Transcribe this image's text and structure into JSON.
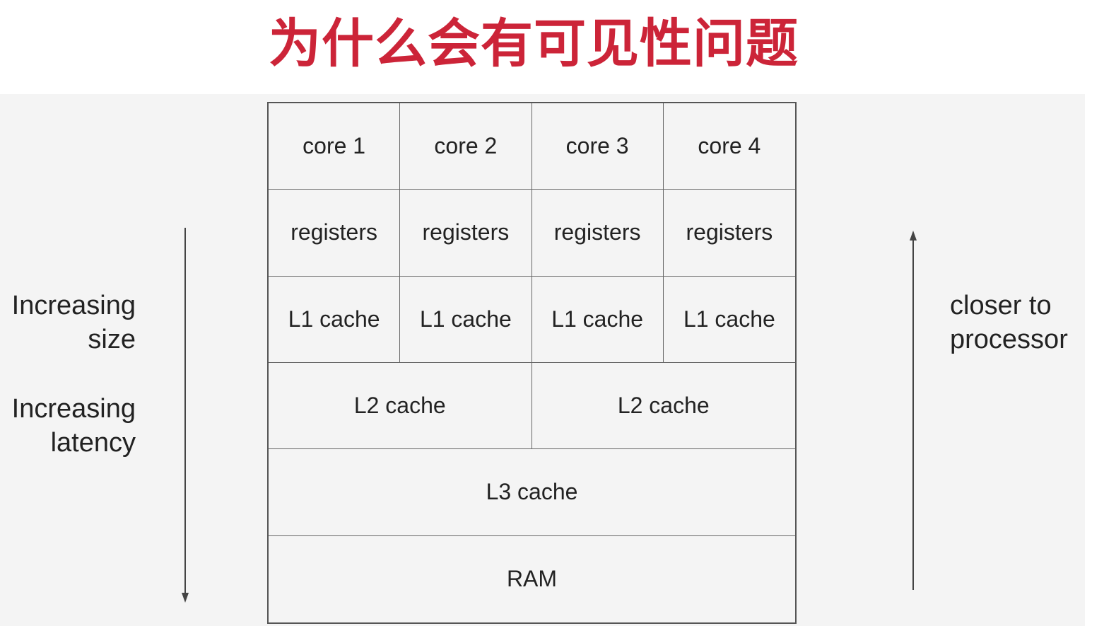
{
  "title": "为什么会有可见性问题",
  "cores": [
    "core 1",
    "core 2",
    "core 3",
    "core 4"
  ],
  "registers": [
    "registers",
    "registers",
    "registers",
    "registers"
  ],
  "l1": [
    "L1 cache",
    "L1 cache",
    "L1 cache",
    "L1 cache"
  ],
  "l2": [
    "L2 cache",
    "L2 cache"
  ],
  "l3": "L3 cache",
  "ram": "RAM",
  "left_labels": {
    "size_line1": "Increasing",
    "size_line2": "size",
    "latency_line1": "Increasing",
    "latency_line2": "latency"
  },
  "right_label": {
    "line1": "closer to",
    "line2": "processor"
  },
  "colors": {
    "title": "#cc2438",
    "background": "#f4f4f4",
    "lines": "#555555"
  }
}
